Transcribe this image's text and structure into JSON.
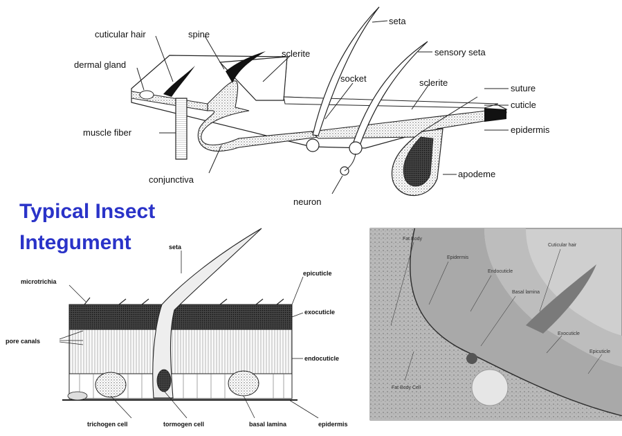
{
  "title": {
    "line1": "Typical Insect",
    "line2": "Integument"
  },
  "top_diagram": {
    "labels": {
      "seta": "seta",
      "cuticular_hair": "cuticular hair",
      "spine": "spine",
      "sclerite_left": "sclerite",
      "sensory_seta": "sensory seta",
      "dermal_gland": "dermal gland",
      "socket": "socket",
      "sclerite_right": "sclerite",
      "suture": "suture",
      "cuticle": "cuticle",
      "muscle_fiber": "muscle fiber",
      "epidermis": "epidermis",
      "apodeme": "apodeme",
      "conjunctiva": "conjunctiva",
      "neuron": "neuron"
    }
  },
  "section_diagram": {
    "labels": {
      "seta": "seta",
      "microtrichia": "microtrichia",
      "epicuticle": "epicuticle",
      "exocuticle": "exocuticle",
      "pore_canals": "pore canals",
      "endocuticle": "endocuticle",
      "trichogen_cell": "trichogen cell",
      "tormogen_cell": "tormogen cell",
      "basal_lamina": "basal lamina",
      "epidermis": "epidermis"
    }
  },
  "micrograph": {
    "labels": {
      "fat_body": "Fat Body",
      "cuticular_hair": "Cuticular hair",
      "epidermis": "Epidermis",
      "endocuticle": "Endocuticle",
      "basal_lamina": "Basal lamina",
      "exocuticle": "Exocuticle",
      "epicuticle": "Epicuticle",
      "fat_body_cell": "Fat Body Cell"
    }
  }
}
